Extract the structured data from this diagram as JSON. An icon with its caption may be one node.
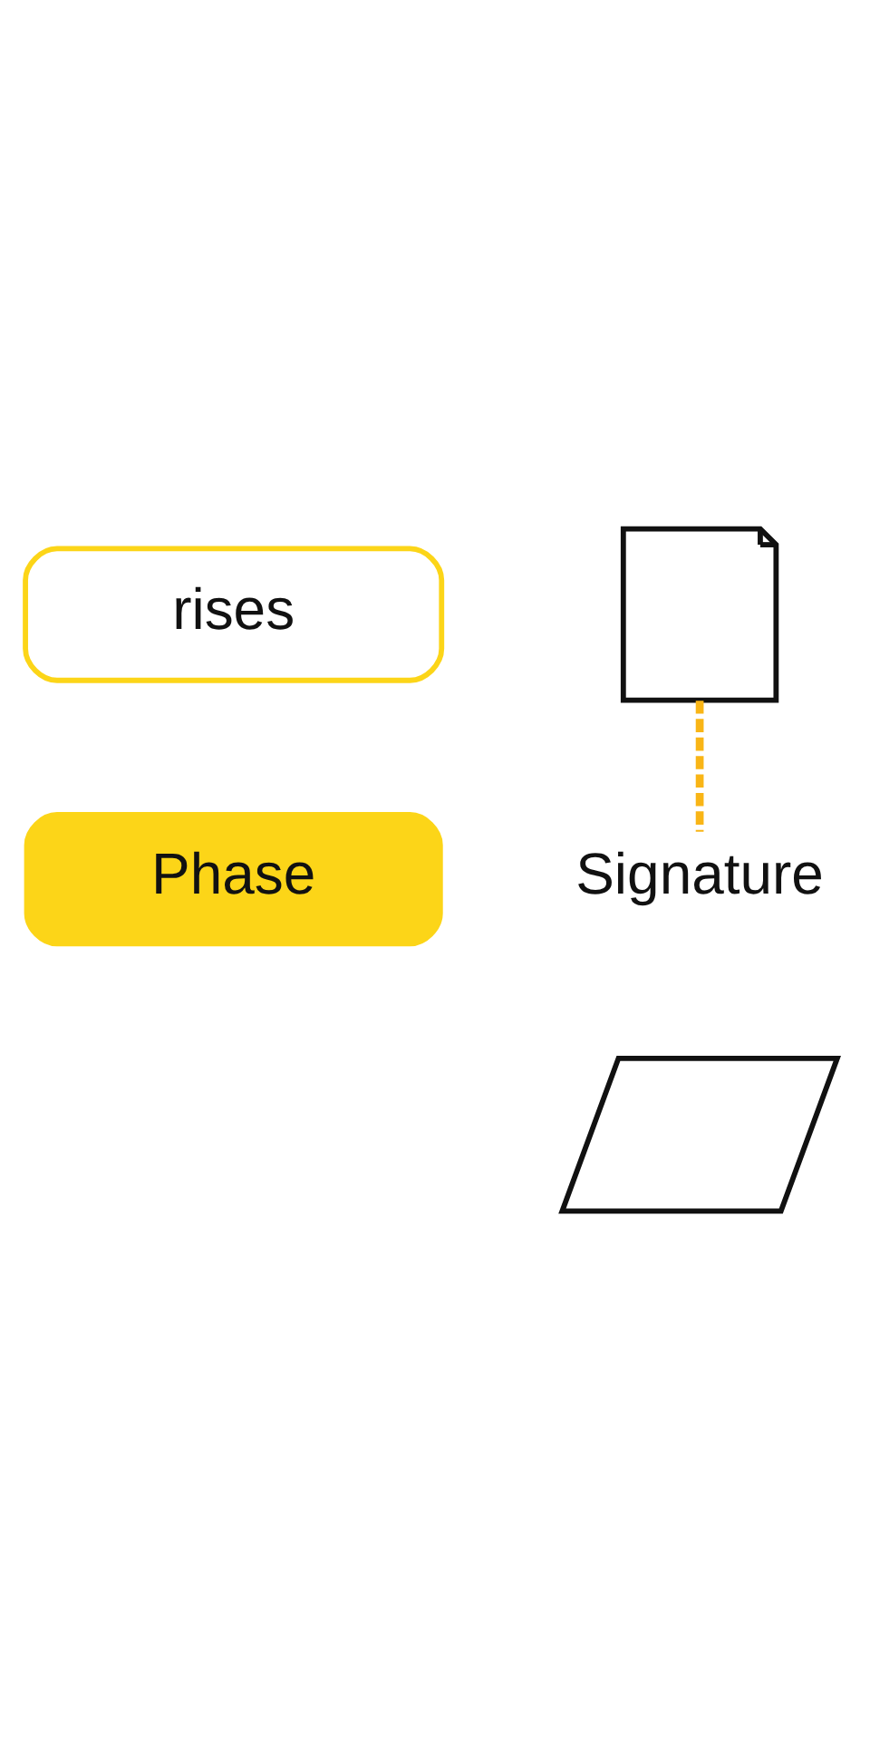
{
  "diagram": {
    "nodes": [
      {
        "text": [
          "rises"
        ]
      },
      {
        "text": [],
        "shape": "picture"
      },
      {
        "text": [
          "Phase"
        ]
      },
      {
        "text": [
          "Signature"
        ]
      },
      {
        "text": [],
        "shape": "picture"
      }
    ],
    "edges": [
      {
        "from": 1,
        "to": 3,
        "arrow": "none",
        "style": "dashed",
        "color": "#f9b516"
      }
    ]
  }
}
